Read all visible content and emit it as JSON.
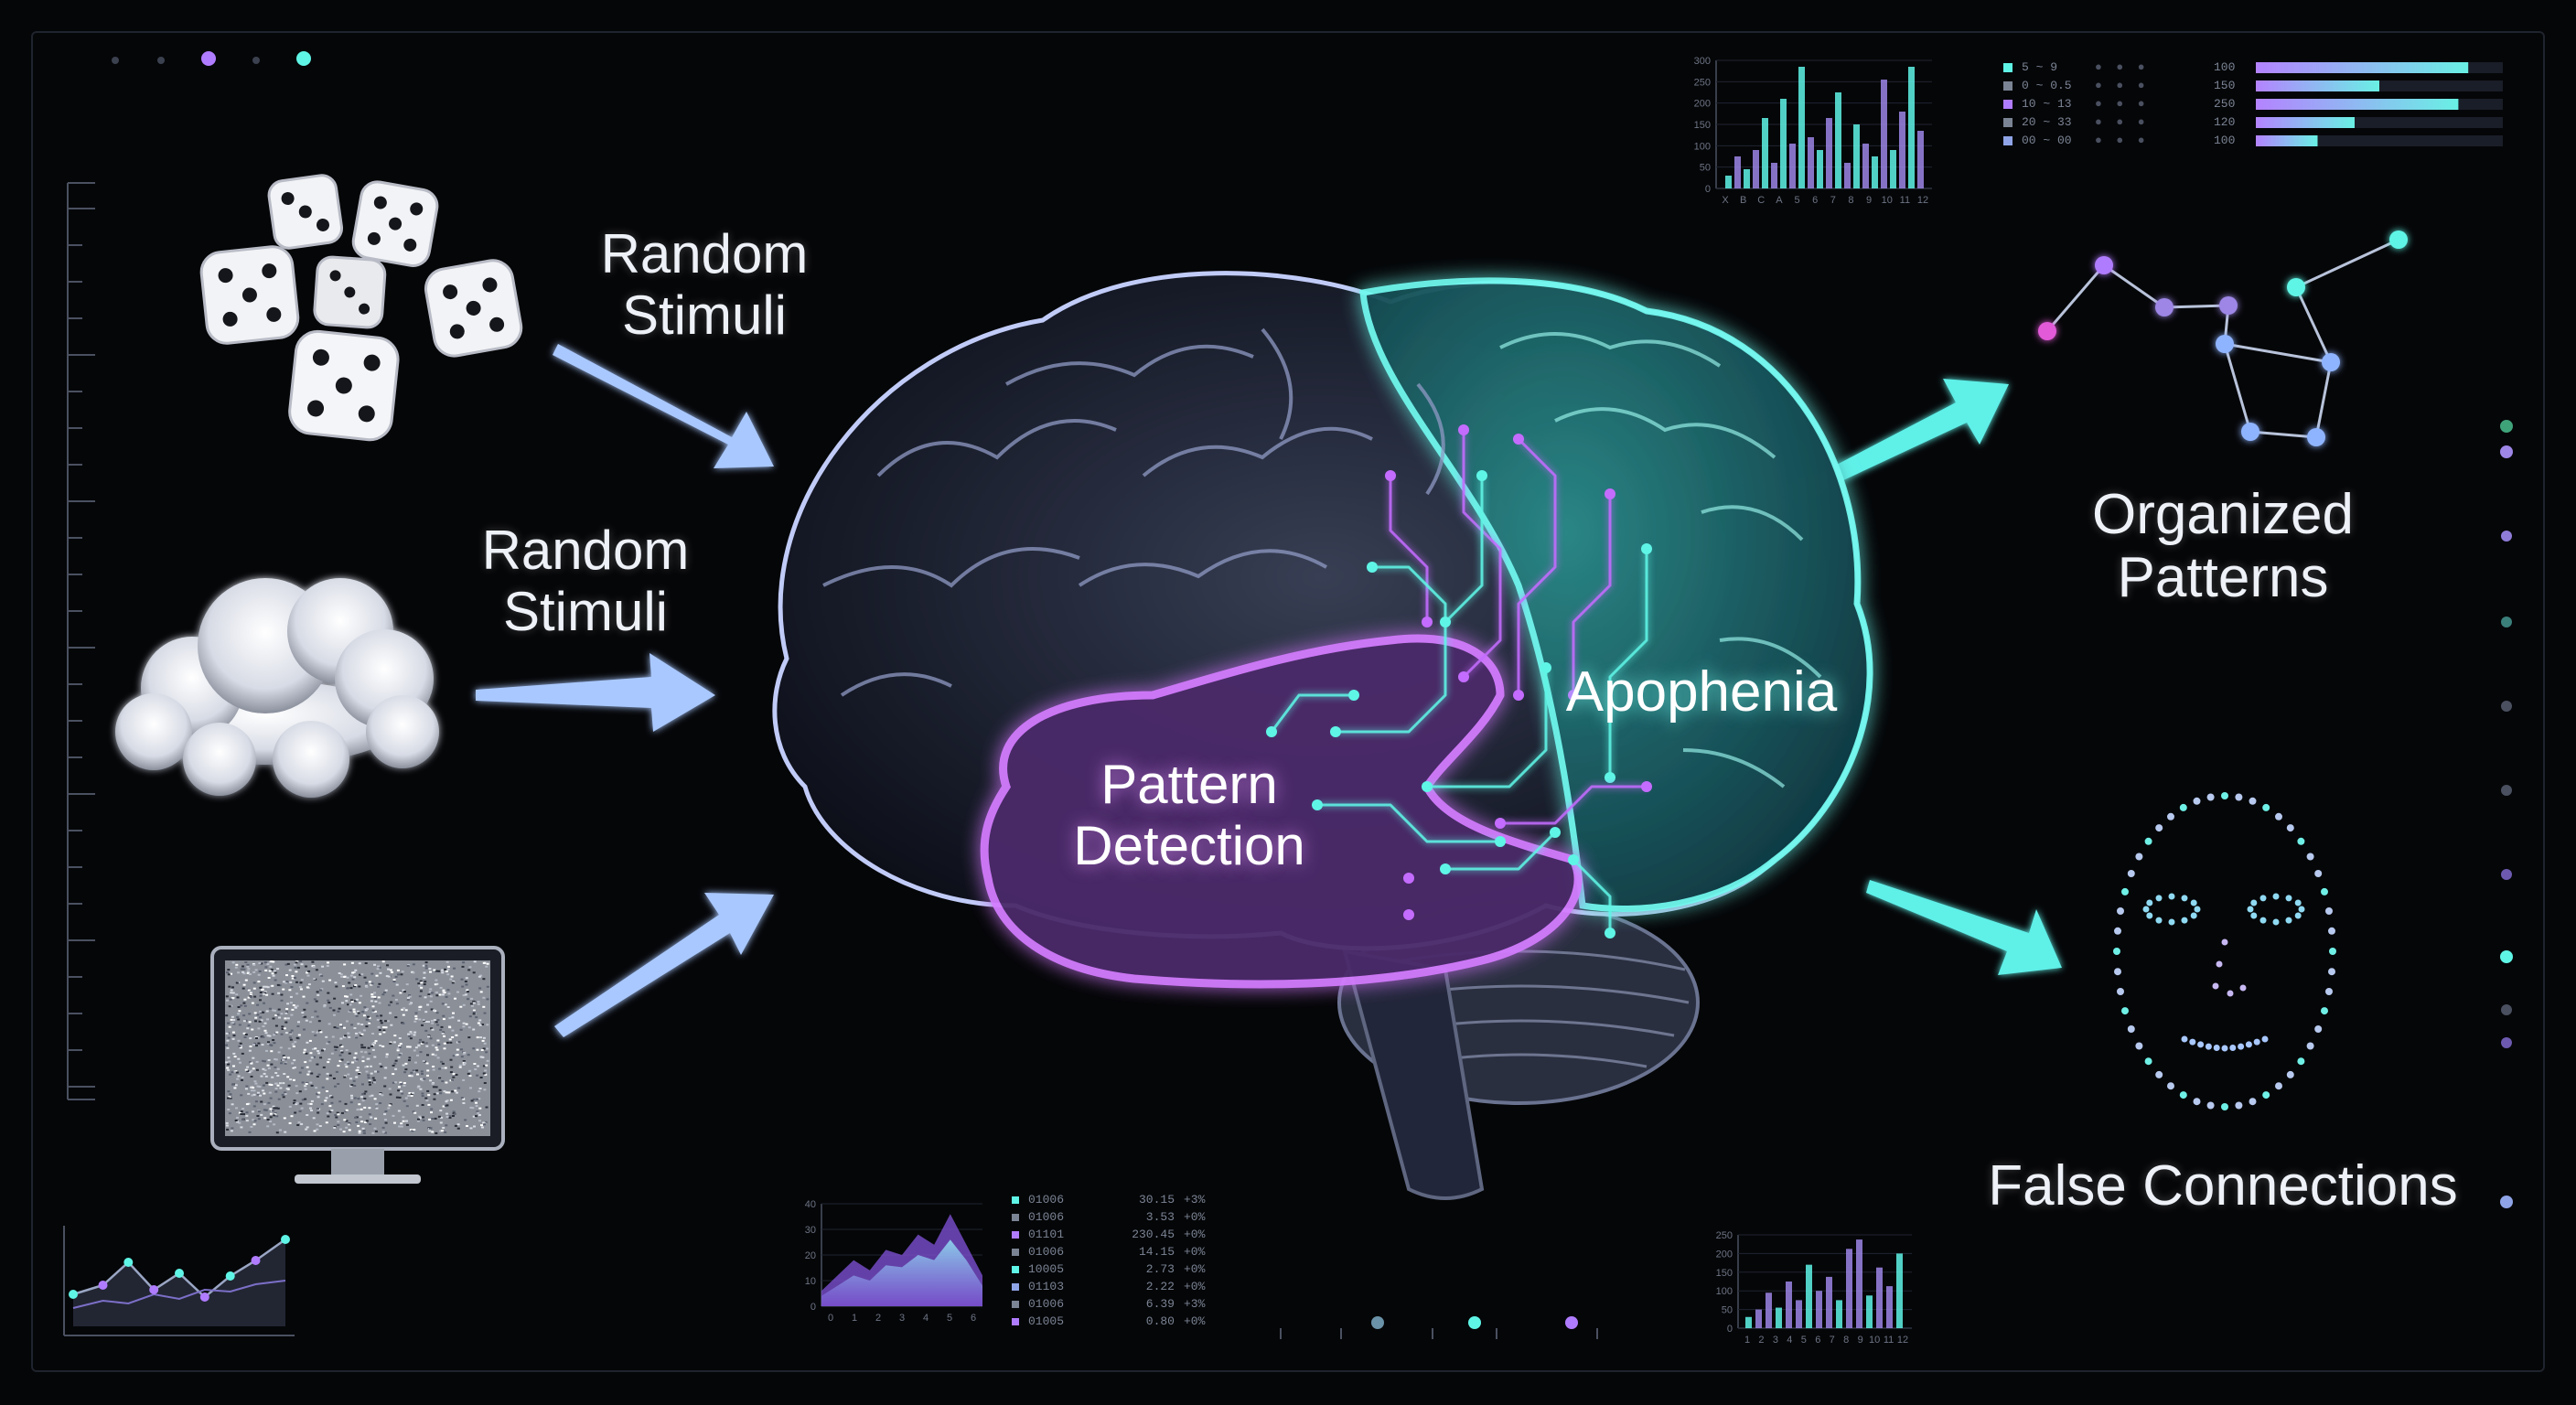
{
  "labels": {
    "random_stimuli_1": "Random\nStimuli",
    "random_stimuli_2": "Random\nStimuli",
    "pattern_detection": "Pattern\nDetection",
    "apophenia": "Apophenia",
    "organized_patterns": "Organized\nPatterns",
    "false_connections": "False Connections"
  },
  "colors": {
    "background": "#050608",
    "magenta": "#c46cff",
    "cyan": "#5ff5e6",
    "arrow_blue": "#a9c8ff",
    "arrow_cyan": "#5ef0e8",
    "lilac": "#9d86e6"
  },
  "icons": [
    "dice-icon",
    "cloud-icon",
    "static-monitor-icon",
    "constellation-icon",
    "dot-face-icon"
  ],
  "top_bar_chart": {
    "y_ticks": [
      "300",
      "250",
      "200",
      "150",
      "100",
      "50",
      "0"
    ],
    "x_ticks": [
      "X",
      "B",
      "C",
      "A",
      "5",
      "6",
      "7",
      "8",
      "9",
      "10",
      "11",
      "12"
    ]
  },
  "top_table": {
    "rows": [
      {
        "label": "5 ~ 9",
        "value": "100"
      },
      {
        "label": "0 ~ 0.5",
        "value": "150"
      },
      {
        "label": "10 ~ 13",
        "value": "250"
      },
      {
        "label": "20 ~ 33",
        "value": "120"
      },
      {
        "label": "00 ~ 00",
        "value": "100"
      }
    ],
    "bars": [
      0.86,
      0.5,
      0.82,
      0.4,
      0.25
    ]
  },
  "bottom_table": {
    "rows": [
      {
        "code": "01006",
        "value": "30.15",
        "pct": "+3%"
      },
      {
        "code": "01006",
        "value": "3.53",
        "pct": "+0%"
      },
      {
        "code": "01101",
        "value": "230.45",
        "pct": "+0%"
      },
      {
        "code": "01006",
        "value": "14.15",
        "pct": "+0%"
      },
      {
        "code": "10005",
        "value": "2.73",
        "pct": "+0%"
      },
      {
        "code": "01103",
        "value": "2.22",
        "pct": "+0%"
      },
      {
        "code": "01006",
        "value": "6.39",
        "pct": "+3%"
      },
      {
        "code": "01005",
        "value": "0.80",
        "pct": "+0%"
      }
    ]
  },
  "bottom_area_chart": {
    "y_ticks": [
      "40",
      "30",
      "20",
      "10",
      "0"
    ],
    "x_ticks": [
      "0",
      "1",
      "2",
      "3",
      "4",
      "5",
      "6"
    ]
  },
  "bottom_bar_chart": {
    "y_ticks": [
      "250",
      "200",
      "150",
      "100",
      "50",
      "0"
    ],
    "x_ticks": [
      "1",
      "2",
      "3",
      "4",
      "5",
      "6",
      "7",
      "8",
      "9",
      "10",
      "11",
      "12"
    ]
  }
}
